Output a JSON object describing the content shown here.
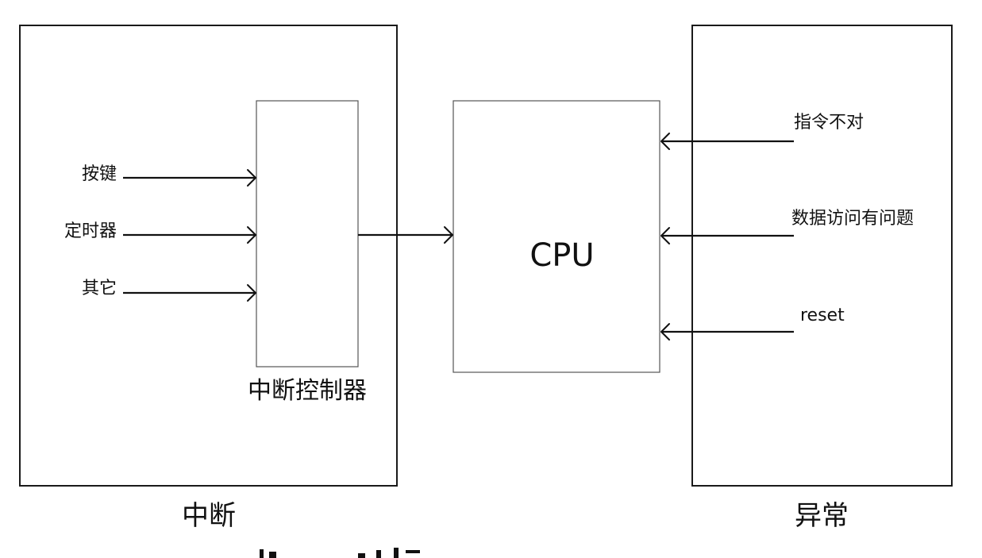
{
  "interrupt_panel": {
    "caption": "中断",
    "controller_label": "中断控制器",
    "sources": [
      "按键",
      "定时器",
      "其它"
    ]
  },
  "cpu": {
    "label": "CPU"
  },
  "exception_panel": {
    "caption": "异常",
    "sources": [
      "指令不对",
      "数据访问有问题",
      "reset"
    ]
  }
}
